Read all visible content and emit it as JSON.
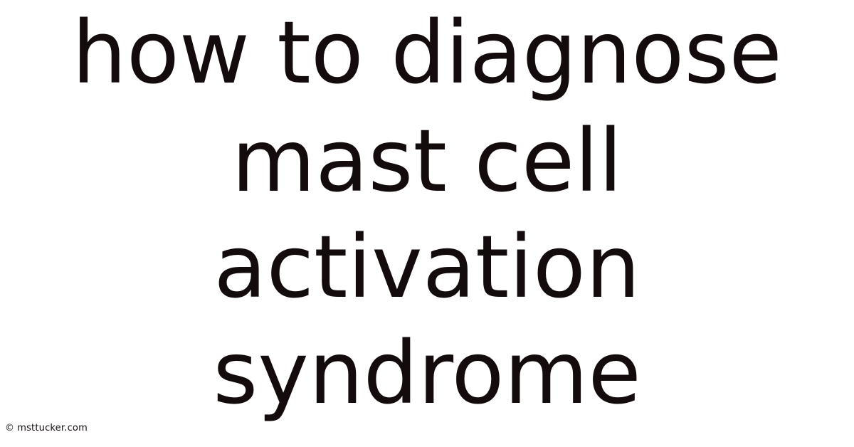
{
  "title": {
    "lines": [
      "how to diagnose",
      "mast cell",
      "activation",
      "syndrome"
    ]
  },
  "watermark": {
    "symbol": "©",
    "text": "msttucker.com"
  },
  "colors": {
    "background": "#ffffff",
    "text": "#140c0c"
  }
}
